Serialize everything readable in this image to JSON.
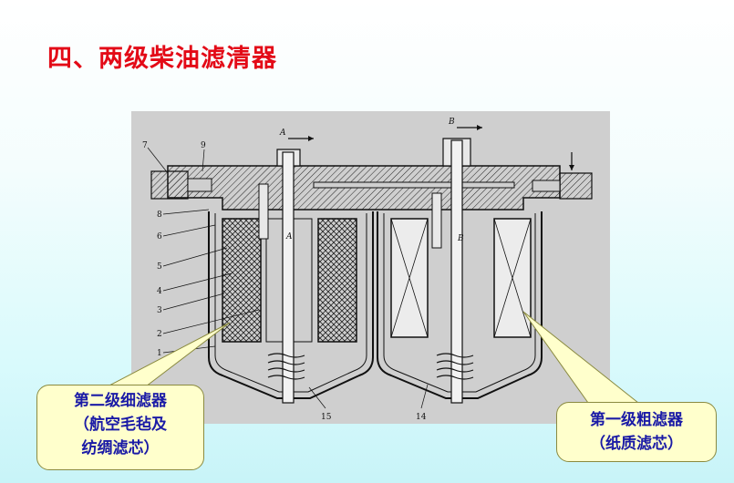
{
  "title": "四、两级柴油滤清器",
  "figure": {
    "part_numbers": [
      "1",
      "2",
      "3",
      "4",
      "5",
      "6",
      "7",
      "8",
      "9",
      "14",
      "15"
    ],
    "flow_letters": [
      "A",
      "A",
      "B",
      "B"
    ]
  },
  "callouts": {
    "left": {
      "line1": "第二级细滤器",
      "line2": "（航空毛毡及",
      "line3": "纺绸滤芯）"
    },
    "right": {
      "line1": "第一级粗滤器",
      "line2": "（纸质滤芯）"
    }
  },
  "colors": {
    "title": "#e30a17",
    "callout_text": "#1a1aa6",
    "callout_fill": "#ffffcc",
    "figure_bg": "#cfcfcf"
  }
}
